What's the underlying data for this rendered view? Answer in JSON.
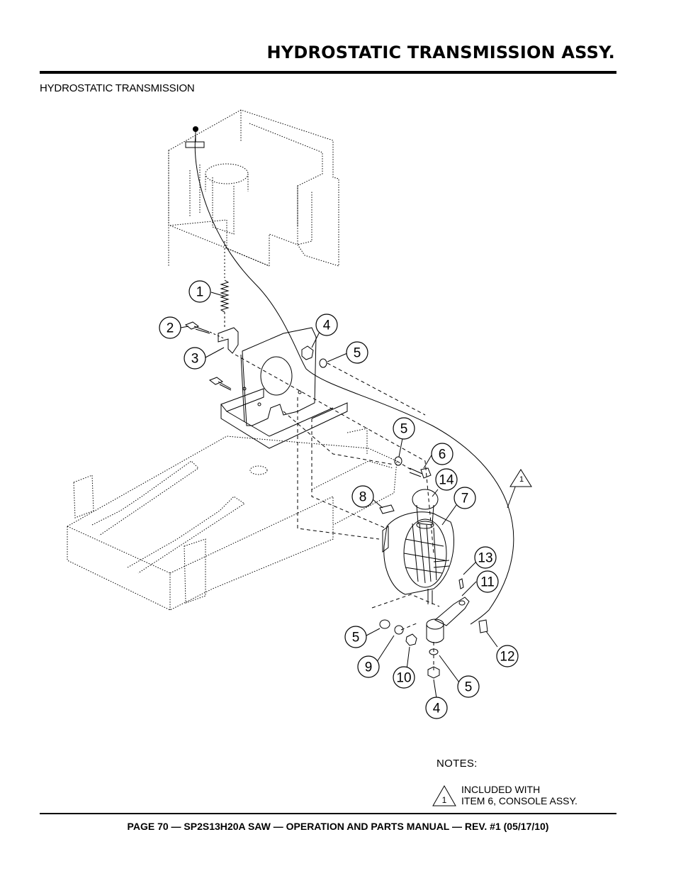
{
  "header": {
    "title": "HYDROSTATIC TRANSMISSION ASSY."
  },
  "section": {
    "caption": "HYDROSTATIC TRANSMISSION"
  },
  "diagram": {
    "callouts": [
      "1",
      "2",
      "3",
      "4",
      "5",
      "5",
      "6",
      "14",
      "7",
      "8",
      "13",
      "11",
      "12",
      "5",
      "9",
      "10",
      "5",
      "4"
    ],
    "triangle_note_ref": "1"
  },
  "notes": {
    "label": "NOTES:",
    "items": [
      {
        "ref": "1",
        "line1": "INCLUDED WITH",
        "line2": "ITEM 6, CONSOLE ASSY."
      }
    ]
  },
  "footer": {
    "text": "PAGE 70 — SP2S13H20A SAW — OPERATION AND PARTS MANUAL — REV. #1 (05/17/10)"
  }
}
